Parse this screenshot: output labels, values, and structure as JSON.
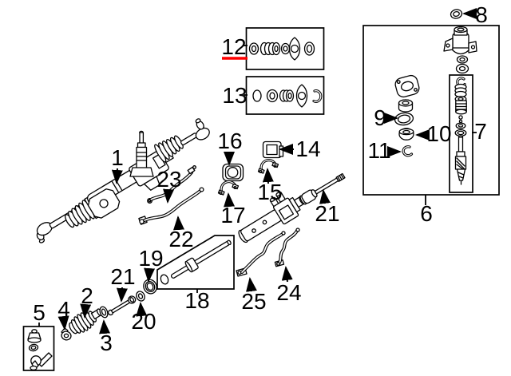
{
  "canvas": {
    "background": "#ffffff",
    "ink": "#000000",
    "highlight": "#ff0000"
  },
  "selected_callout": "12",
  "labels": {
    "l1": "1",
    "l2": "2",
    "l3": "3",
    "l4": "4",
    "l5": "5",
    "l6": "6",
    "l7": "7",
    "l8": "8",
    "l9": "9",
    "l10": "10",
    "l11": "11",
    "l12": "12",
    "l13": "13",
    "l14": "14",
    "l15": "15",
    "l16": "16",
    "l17": "17",
    "l18": "18",
    "l19": "19",
    "l20": "20",
    "l21_left": "21",
    "l21_right": "21",
    "l22": "22",
    "l23": "23",
    "l24": "24",
    "l25": "25"
  },
  "icons": {
    "kit_boxes": [
      "seal-kit-box-12",
      "seal-kit-box-13",
      "valve-kit-box-6",
      "pinion-kit-box-7",
      "rack-bar-box-18",
      "tie-rod-end-kit-box-5"
    ],
    "highlight_underline": "selected-part-underline"
  }
}
